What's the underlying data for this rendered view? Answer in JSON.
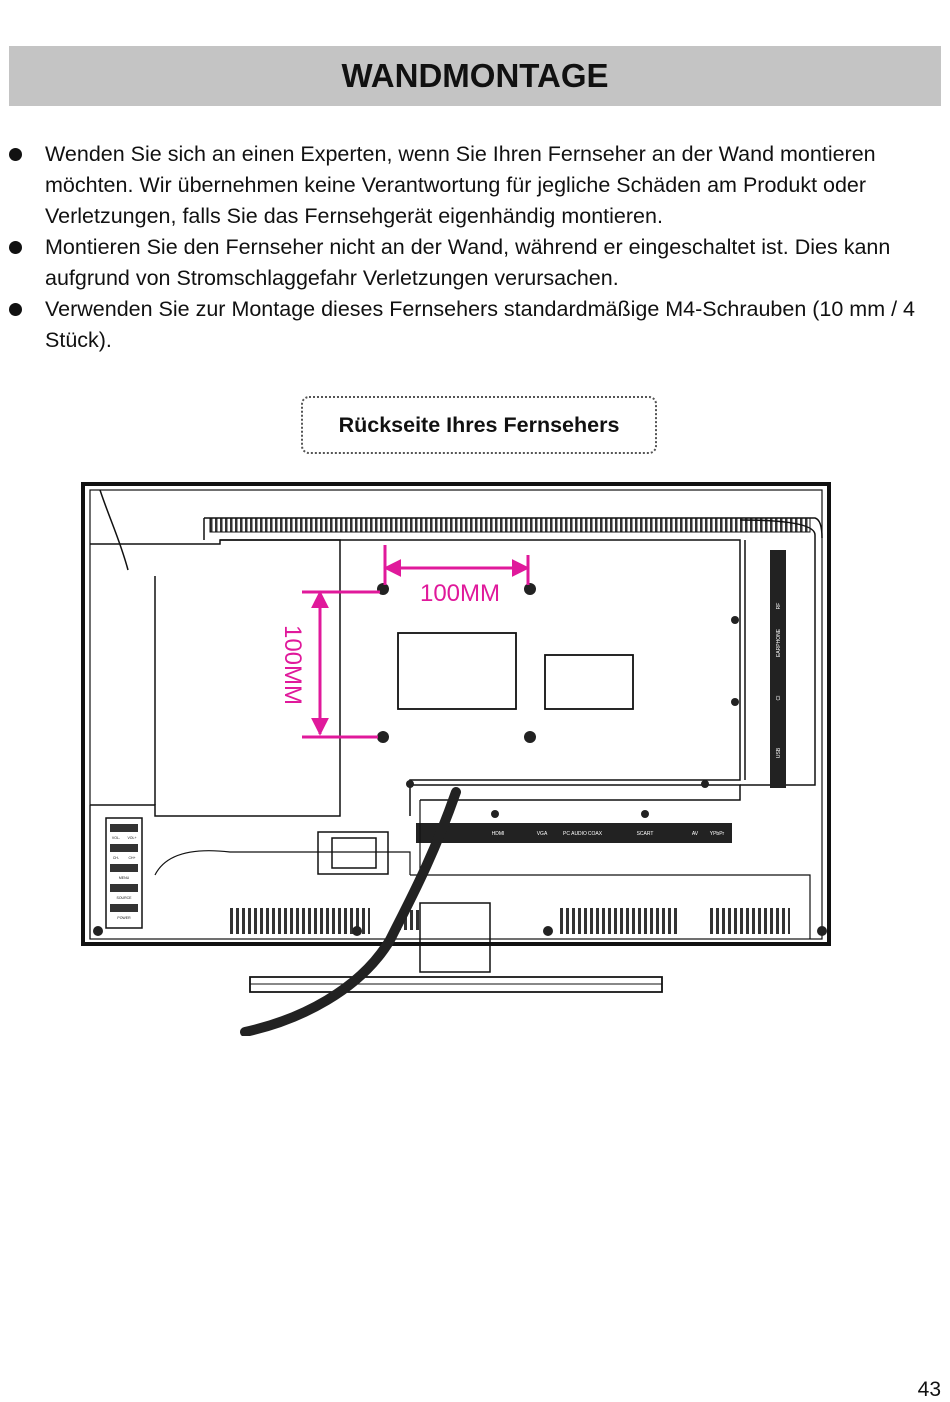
{
  "page": {
    "title": "WANDMONTAGE",
    "bullets": [
      "Wenden Sie sich an einen Experten, wenn Sie Ihren Fernseher an der Wand montieren möchten. Wir übernehmen keine Verantwortung für jegliche Schäden am Produkt oder Verletzungen, falls Sie das Fernsehgerät eigenhändig montieren.",
      "Montieren Sie den Fernseher nicht an der Wand, während er eingeschaltet ist. Dies kann aufgrund von Stromschlaggefahr Verletzungen verursachen.",
      "Verwenden Sie zur Montage dieses Fernsehers standardmäßige M4-Schrauben (10 mm / 4 Stück)."
    ],
    "figure_caption": "Rückseite Ihres Fernsehers",
    "page_number": "43"
  },
  "figure": {
    "dim_horizontal": "100MM",
    "dim_vertical": "100MM",
    "accent_color": "#e0199b",
    "side_ports": [
      "RF",
      "EARPHONE",
      "CI",
      "USB"
    ],
    "bottom_ports": [
      "HDMI",
      "VGA",
      "PC AUDIO",
      "COAX",
      "SCART",
      "AV",
      "YPbPr"
    ],
    "left_buttons": [
      "VOL-",
      "VOL+",
      "CH-",
      "CH+",
      "MENU",
      "SOURCE",
      "POWER"
    ]
  }
}
